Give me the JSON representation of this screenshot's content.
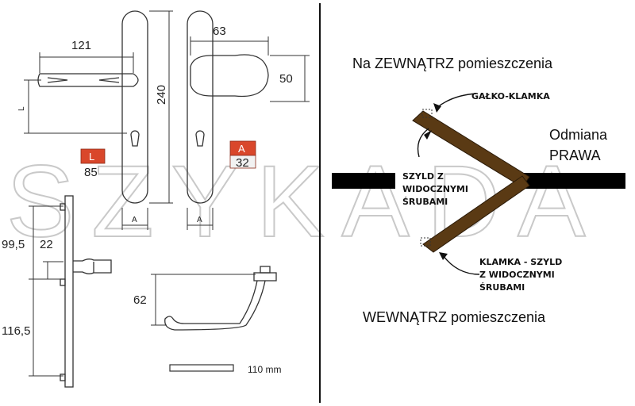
{
  "watermark": "SZYKADA",
  "dimensions": {
    "handle_length": "121",
    "knob_length": "63",
    "knob_height": "50",
    "plate_height": "240",
    "axis_label": "L",
    "width_label_left": "A",
    "width_label_right": "A",
    "side_upper": "99,5",
    "side_spacing": "22",
    "side_lower": "116,5",
    "lever_height": "62",
    "scale_label": "110 mm"
  },
  "badges": {
    "left": {
      "label": "L",
      "value": "85",
      "color": "#d9472b"
    },
    "right": {
      "label": "A",
      "value": "32",
      "color": "#d9472b"
    }
  },
  "right_panel": {
    "outside_title": "Na ZEWNĄTRZ pomieszczenia",
    "inside_title": "WEWNĄTRZ pomieszczenia",
    "variant_line1": "Odmiana",
    "variant_line2": "PRAWA",
    "label_knob": "GAŁKO-KLAMKA",
    "label_plate_line1": "SZYLD Z",
    "label_plate_line2": "WIDOCZNYMI",
    "label_plate_line3": "ŚRUBAMI",
    "label_lever_line1": "KLAMKA - SZYLD",
    "label_lever_line2": "Z WIDOCZNYMI",
    "label_lever_line3": "ŚRUBAMI",
    "door_color": "#5a3a14",
    "wall_color": "#000000"
  }
}
